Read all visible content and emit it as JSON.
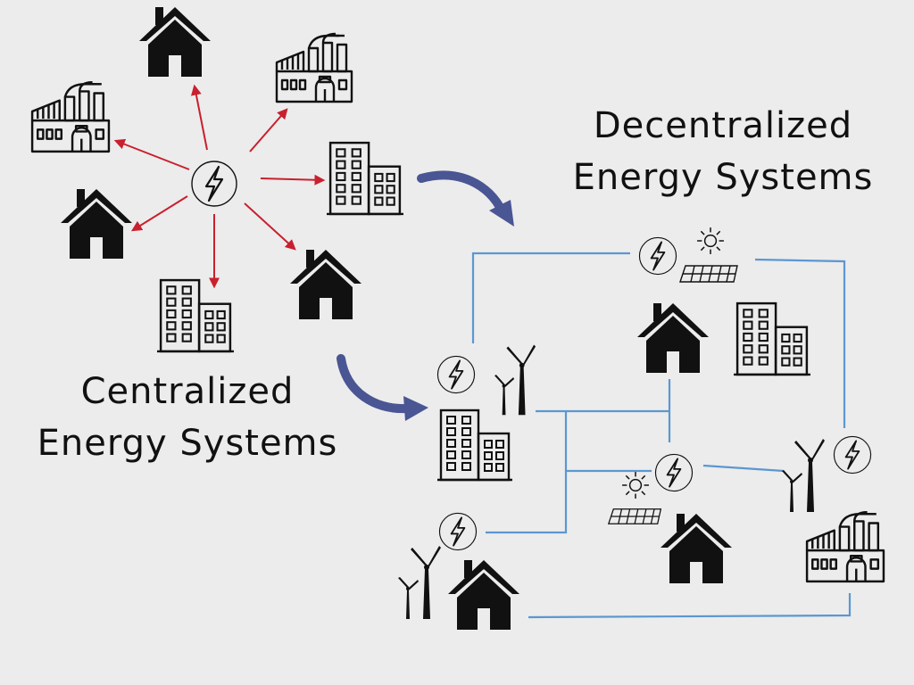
{
  "centralized": {
    "title_line1": "Centralized",
    "title_line2": "Energy Systems",
    "arrow_color": "#c8202e"
  },
  "decentralized": {
    "title_line1": "Decentralized",
    "title_line2": "Energy Systems",
    "grid_line_color": "#5b97d1"
  },
  "transition_arrow_color": "#4a5594",
  "icon_color": "#111111",
  "icons": [
    "house-icon",
    "factory-icon",
    "office-building-icon",
    "lightning-bolt-icon",
    "wind-turbine-icon",
    "solar-panel-icon",
    "sun-icon"
  ]
}
